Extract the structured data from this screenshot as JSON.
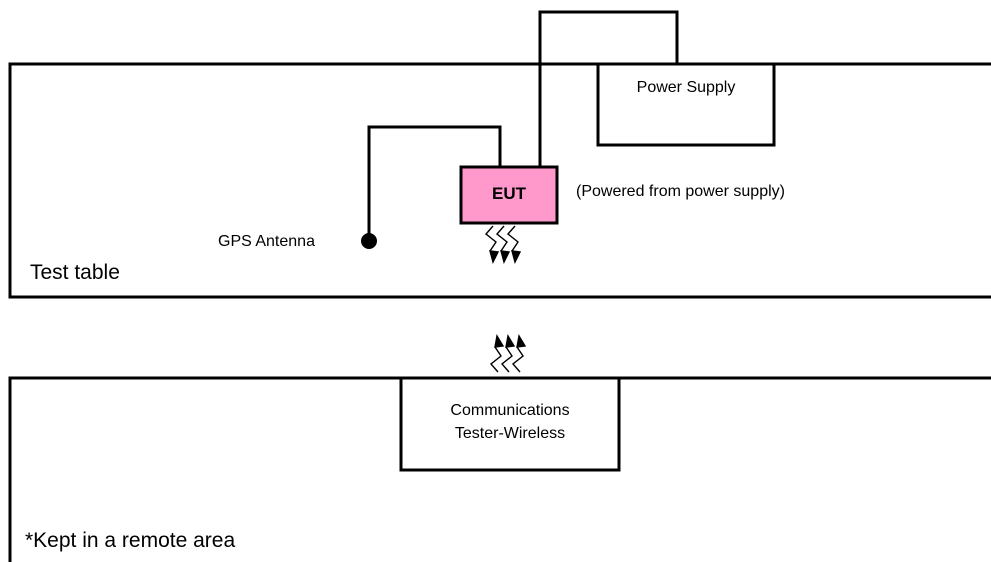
{
  "diagram": {
    "test_table": {
      "label": "Test table"
    },
    "power_supply": {
      "label": "Power Supply"
    },
    "eut": {
      "label": "EUT",
      "fill": "#ff99cc",
      "note": "(Powered from power supply)"
    },
    "gps_antenna": {
      "label": "GPS Antenna"
    },
    "tester": {
      "line1": "Communications",
      "line2": "Tester-Wireless"
    },
    "remote_area": {
      "label": "*Kept in a remote area"
    }
  }
}
